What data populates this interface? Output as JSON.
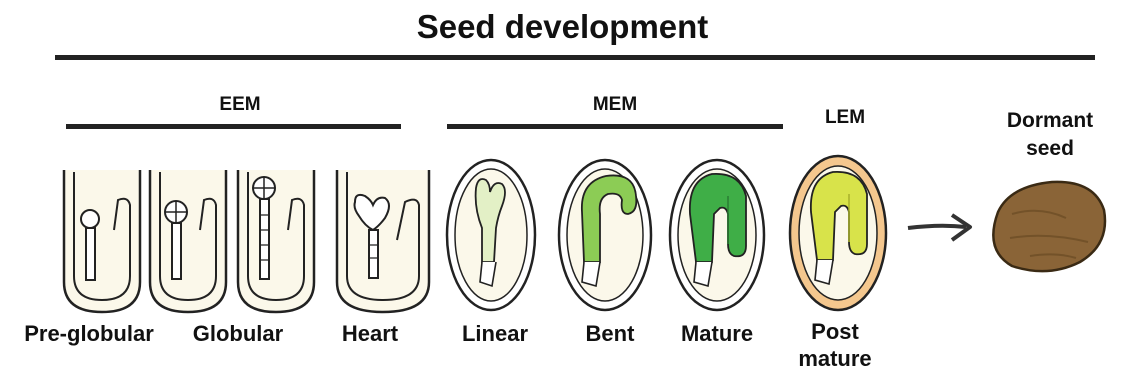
{
  "title": "Seed development",
  "groups": [
    {
      "label": "EEM"
    },
    {
      "label": "MEM"
    },
    {
      "label": "LEM"
    }
  ],
  "stages": [
    "Pre-globular",
    "Globular",
    "Heart",
    "Linear",
    "Bent",
    "Mature",
    "Post\nmature"
  ],
  "end_label": "Dormant\nseed",
  "colors": {
    "early_fill": "#fbf8ea",
    "linear_embryo": "#e3f0c6",
    "bent_embryo": "#8ccc55",
    "mature_embryo": "#3fae47",
    "post_mature_embryo": "#d8e34a",
    "post_mature_coat": "#f4c78e",
    "dormant_seed": "#8a6437",
    "outline": "#222222"
  }
}
